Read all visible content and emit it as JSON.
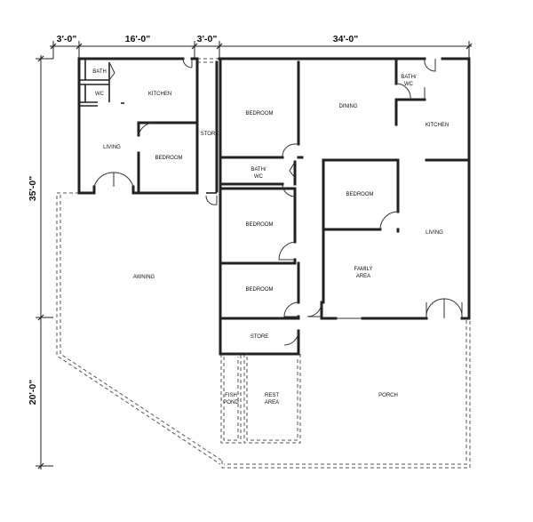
{
  "dimensions": {
    "top_1": "3'-0\"",
    "top_2": "16'-0\"",
    "top_3": "3'-0\"",
    "top_4": "34'-0\"",
    "left_1": "35'-0\"",
    "left_2": "20'-0\""
  },
  "rooms": {
    "bath_1": "BATH",
    "wc_1": "WC",
    "kitchen_1": "KITCHEN",
    "living_1": "LIVING",
    "bedroom_1": "BEDROOM",
    "store_1": "STORE",
    "awning": "AWNING",
    "bedroom_2": "BEDROOM",
    "dining": "DINING",
    "bath_wc_2_line1": "BATH/",
    "bath_wc_2_line2": "WC",
    "kitchen_2": "KITCHEN",
    "bath_wc_3_line1": "BATH/",
    "bath_wc_3_line2": "WC",
    "bedroom_3": "BEDROOM",
    "bedroom_4": "BEDROOM",
    "living_2": "LIVING",
    "family_line1": "FAMILY",
    "family_line2": "AREA",
    "bedroom_5": "BEDROOM",
    "store_2": "STORE",
    "fish_line1": "FISH",
    "fish_line2": "POND",
    "rest_line1": "REST",
    "rest_line2": "AREA",
    "porch": "PORCH"
  }
}
